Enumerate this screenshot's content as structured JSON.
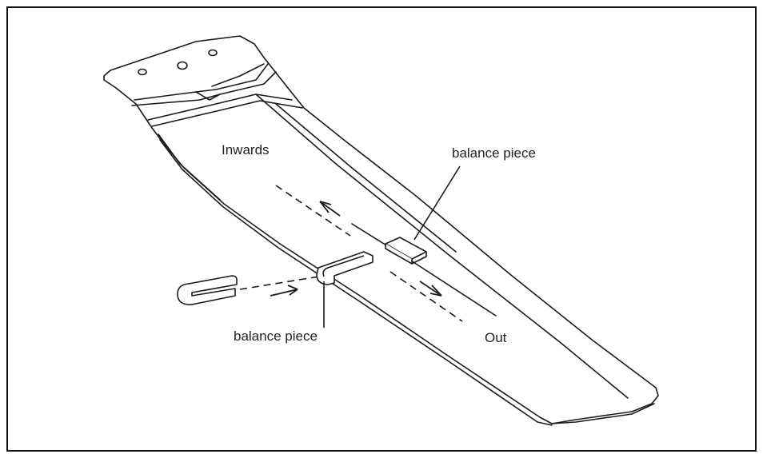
{
  "labels": {
    "inwards": "Inwards",
    "balance_piece_top": "balance piece",
    "balance_piece_bottom": "balance piece",
    "out": "Out"
  },
  "colors": {
    "line": "#1a1a1a",
    "background": "#ffffff",
    "frame": "#111111"
  }
}
